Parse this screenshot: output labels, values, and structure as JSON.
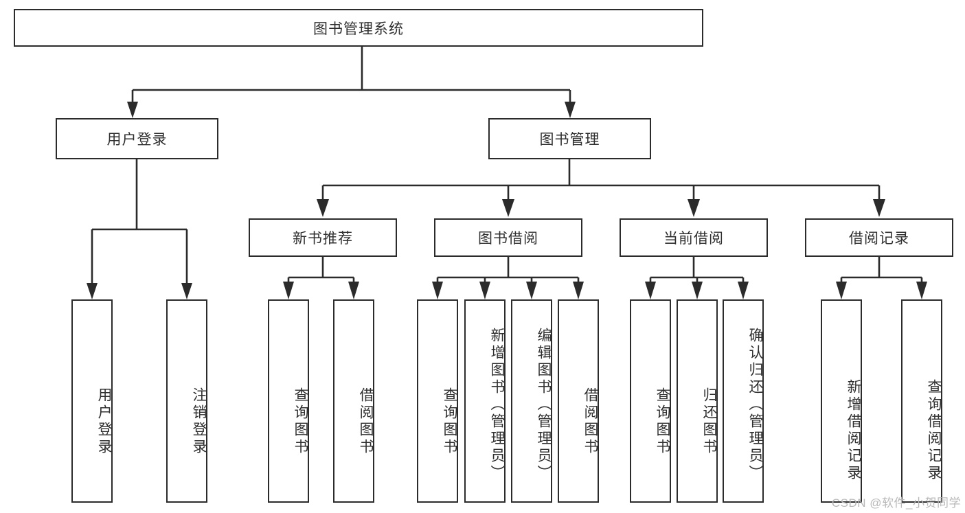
{
  "diagram": {
    "title": "图书管理系统",
    "type": "tree",
    "root": {
      "id": "root",
      "label": "图书管理系统"
    },
    "level1": [
      {
        "id": "user-login",
        "label": "用户登录"
      },
      {
        "id": "book-manage",
        "label": "图书管理"
      }
    ],
    "level2": [
      {
        "id": "new-book-rec",
        "label": "新书推荐",
        "parent": "book-manage"
      },
      {
        "id": "book-borrow",
        "label": "图书借阅",
        "parent": "book-manage"
      },
      {
        "id": "current-borrow",
        "label": "当前借阅",
        "parent": "book-manage"
      },
      {
        "id": "borrow-record",
        "label": "借阅记录",
        "parent": "book-manage"
      }
    ],
    "leaves": [
      {
        "id": "leaf-user-login",
        "label": "用户登录",
        "parent": "user-login"
      },
      {
        "id": "leaf-user-logout",
        "label": "注销登录",
        "parent": "user-login"
      },
      {
        "id": "leaf-query-book-1",
        "label": "查询图书",
        "parent": "new-book-rec"
      },
      {
        "id": "leaf-borrow-book-1",
        "label": "借阅图书",
        "parent": "new-book-rec"
      },
      {
        "id": "leaf-query-book-2",
        "label": "查询图书",
        "parent": "book-borrow"
      },
      {
        "id": "leaf-add-book",
        "label": "新增图书（管理员）",
        "parent": "book-borrow"
      },
      {
        "id": "leaf-edit-book",
        "label": "编辑图书（管理员）",
        "parent": "book-borrow"
      },
      {
        "id": "leaf-borrow-book-2",
        "label": "借阅图书",
        "parent": "book-borrow"
      },
      {
        "id": "leaf-query-book-3",
        "label": "查询图书",
        "parent": "current-borrow"
      },
      {
        "id": "leaf-return-book",
        "label": "归还图书",
        "parent": "current-borrow"
      },
      {
        "id": "leaf-confirm-return",
        "label": "确认归还（管理员）",
        "parent": "current-borrow"
      },
      {
        "id": "leaf-add-record",
        "label": "新增借阅记录",
        "parent": "borrow-record"
      },
      {
        "id": "leaf-query-record",
        "label": "查询借阅记录",
        "parent": "borrow-record"
      }
    ]
  },
  "watermark": {
    "text": "CSDN @软件_小贺同学"
  },
  "colors": {
    "stroke": "#2b2b2b",
    "text": "#2f2f2f",
    "background": "#ffffff",
    "watermark": "#b8b8b8"
  }
}
